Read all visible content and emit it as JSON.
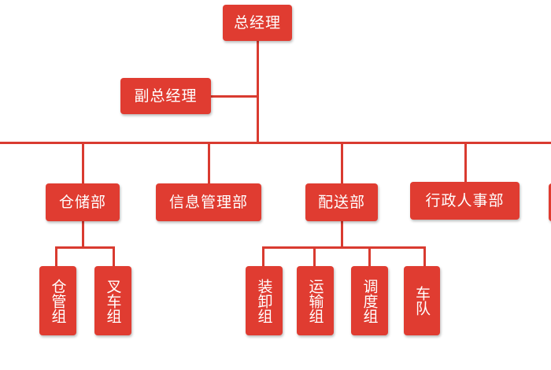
{
  "org": {
    "top": "总经理",
    "deputy": "副总经理",
    "departments": [
      "仓储部",
      "信息管理部",
      "配送部",
      "行政人事部"
    ],
    "warehouse_groups": [
      "仓管组",
      "叉车组"
    ],
    "delivery_groups": [
      "装卸组",
      "运输组",
      "调度组",
      "车队"
    ]
  },
  "colors": {
    "box": "#e03c31",
    "line": "#d93b30",
    "text": "#ffffff"
  }
}
